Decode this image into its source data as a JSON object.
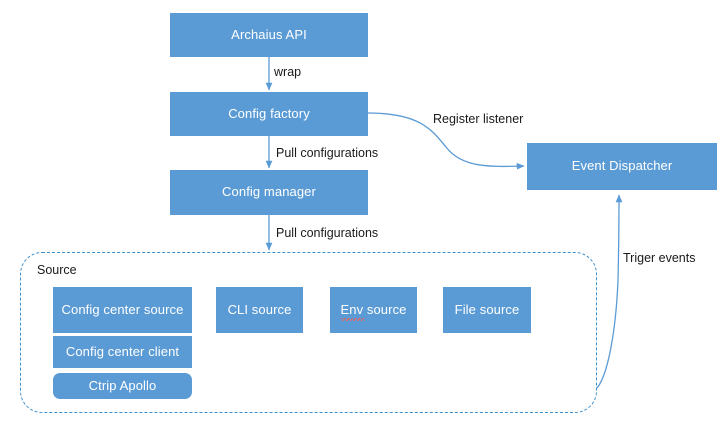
{
  "diagram": {
    "title_nodes": {
      "archaius_api": "Archaius API",
      "config_factory": "Config factory",
      "config_manager": "Config manager",
      "event_dispatcher": "Event Dispatcher"
    },
    "group": {
      "label": "Source",
      "border_color": "#3D8FCB",
      "style": "dashed-rounded"
    },
    "sources": [
      {
        "label": "Config center source",
        "shape": "rect"
      },
      {
        "label": "CLI source",
        "shape": "rect"
      },
      {
        "label": "Env source",
        "shape": "rect",
        "spellcheck_flag": true
      },
      {
        "label": "File source",
        "shape": "rect"
      },
      {
        "label": "Config center client",
        "shape": "rect"
      },
      {
        "label": "Ctrip Apollo",
        "shape": "rounded-rect"
      }
    ],
    "edges": [
      {
        "label": "wrap",
        "from": "Archaius API",
        "to": "Config factory"
      },
      {
        "label": "Pull configurations",
        "from": "Config factory",
        "to": "Config manager"
      },
      {
        "label": "Register listener",
        "from": "Config factory",
        "to": "Event Dispatcher"
      },
      {
        "label": "Pull configurations",
        "from": "Config manager",
        "to": "Source"
      },
      {
        "label": "Triger events",
        "from": "Source",
        "to": "Event Dispatcher"
      }
    ],
    "colors": {
      "node_fill": "#5B9BD5",
      "node_text": "#FFFFFF",
      "connector": "#5B9BD5",
      "label_text": "#1A1A1A",
      "background": "#FFFFFF"
    }
  }
}
